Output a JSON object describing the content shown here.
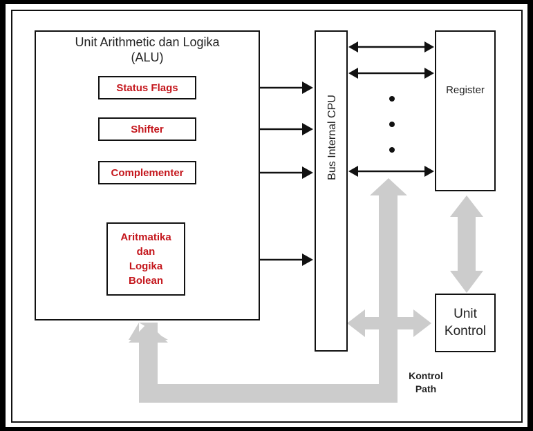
{
  "alu": {
    "title_line1": "Unit Arithmetic dan Logika",
    "title_line2": "(ALU)",
    "status_flags": "Status Flags",
    "shifter": "Shifter",
    "complementer": "Complementer",
    "boolean_line1": "Aritmatika",
    "boolean_line2": "dan",
    "boolean_line3": "Logika",
    "boolean_line4": "Bolean"
  },
  "bus": {
    "label": "Bus Internal CPU"
  },
  "register": {
    "label": "Register"
  },
  "control_unit": {
    "line1": "Unit",
    "line2": "Kontrol"
  },
  "control_path": {
    "line1": "Kontrol",
    "line2": "Path"
  },
  "colors": {
    "component_text": "#c4161c",
    "path_gray": "#cccccc",
    "line": "#111111"
  }
}
